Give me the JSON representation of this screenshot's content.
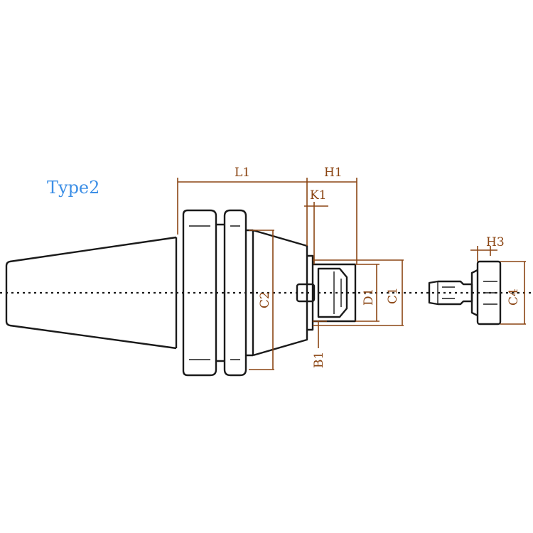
{
  "title": "Type2",
  "colors": {
    "title": "#3d8fe6",
    "dimension": "#8b4513",
    "outline": "#1a1a1a",
    "background": "#ffffff"
  },
  "dimensions": {
    "l1": "L1",
    "h1": "H1",
    "k1": "K1",
    "c2": "C2",
    "d1": "D1",
    "c1": "C1",
    "b1": "B1",
    "h3": "H3",
    "c4": "C4"
  }
}
